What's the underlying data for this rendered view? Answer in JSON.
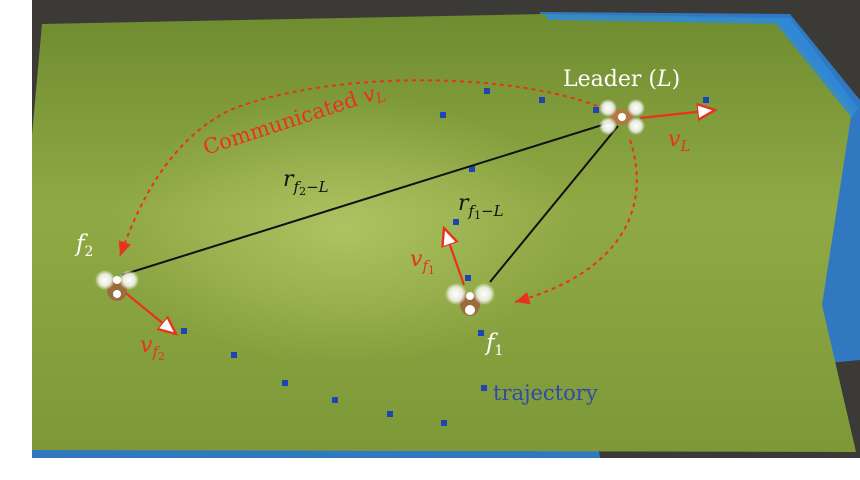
{
  "labels": {
    "leader": "Leader (",
    "leader_sym": "L",
    "leader_close": ")",
    "communicated": "Communicated ",
    "communicated_sym": "v",
    "communicated_sub": "L",
    "r_f2": "r",
    "r_f2_sub": "f",
    "r_f2_subsub": "2",
    "r_f2_tail": "−L",
    "r_f1": "r",
    "r_f1_sub": "f",
    "r_f1_subsub": "1",
    "r_f1_tail": "−L",
    "v_L": "v",
    "v_L_sub": "L",
    "v_f1": "v",
    "v_f1_sub": "f",
    "v_f1_subsub": "1",
    "v_f2": "v",
    "v_f2_sub": "f",
    "v_f2_subsub": "2",
    "f1": "f",
    "f1_sub": "1",
    "f2": "f",
    "f2_sub": "2",
    "trajectory": "trajectory"
  },
  "colors": {
    "field_green": "#8aa33c",
    "field_dark": "#6f8a2e",
    "blue_edge": "#2f7fcf",
    "arrow_red": "#e8321e",
    "traj_blue": "#1f45b3",
    "label_blue": "#2f4aa8",
    "line_black": "#111111"
  }
}
